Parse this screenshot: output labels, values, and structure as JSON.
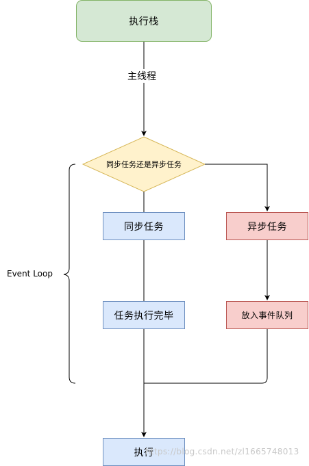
{
  "nodes": {
    "call_stack": "执行栈",
    "decision": "同步任务还是异步任务",
    "sync_task": "同步任务",
    "async_task": "异步任务",
    "task_done": "任务执行完毕",
    "enqueue": "放入事件队列",
    "execute": "执行"
  },
  "labels": {
    "main_thread": "主线程",
    "event_loop": "Event Loop"
  },
  "watermark": "https://blog.csdn.net/zl1665748013",
  "colors": {
    "green_fill": "#d5e8d4",
    "green_stroke": "#82b366",
    "yellow_fill": "#fff2cc",
    "yellow_stroke": "#d6b656",
    "blue_fill": "#dae8fc",
    "blue_stroke": "#6c8ebf",
    "red_fill": "#f8cecc",
    "red_stroke": "#b85450"
  }
}
